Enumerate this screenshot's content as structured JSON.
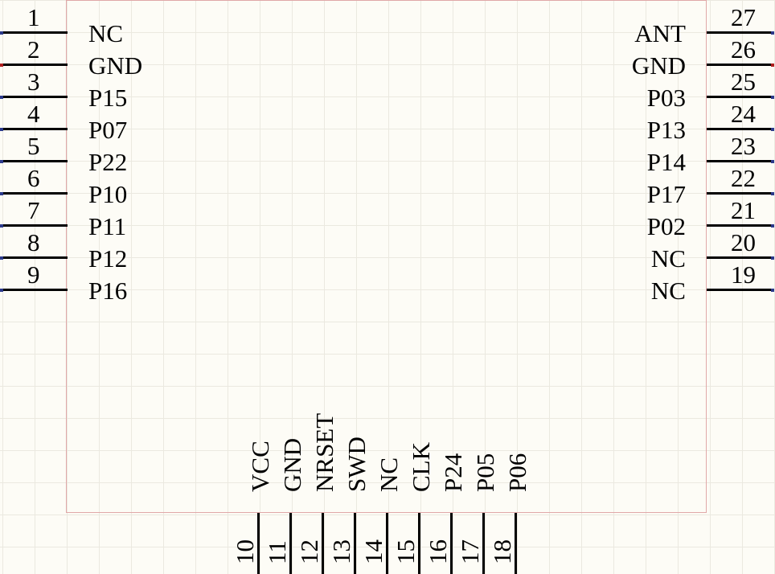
{
  "component": {
    "left_pins": [
      {
        "number": "1",
        "name": "NC"
      },
      {
        "number": "2",
        "name": "GND"
      },
      {
        "number": "3",
        "name": "P15"
      },
      {
        "number": "4",
        "name": "P07"
      },
      {
        "number": "5",
        "name": "P22"
      },
      {
        "number": "6",
        "name": "P10"
      },
      {
        "number": "7",
        "name": "P11"
      },
      {
        "number": "8",
        "name": "P12"
      },
      {
        "number": "9",
        "name": "P16"
      }
    ],
    "right_pins": [
      {
        "number": "27",
        "name": "ANT"
      },
      {
        "number": "26",
        "name": "GND"
      },
      {
        "number": "25",
        "name": "P03"
      },
      {
        "number": "24",
        "name": "P13"
      },
      {
        "number": "23",
        "name": "P14"
      },
      {
        "number": "22",
        "name": "P17"
      },
      {
        "number": "21",
        "name": "P02"
      },
      {
        "number": "20",
        "name": "NC"
      },
      {
        "number": "19",
        "name": "NC"
      }
    ],
    "bottom_pins": [
      {
        "number": "10",
        "name": "VCC"
      },
      {
        "number": "11",
        "name": "GND"
      },
      {
        "number": "12",
        "name": "NRSET"
      },
      {
        "number": "13",
        "name": "SWD"
      },
      {
        "number": "14",
        "name": "NC"
      },
      {
        "number": "15",
        "name": "CLK"
      },
      {
        "number": "16",
        "name": "P24"
      },
      {
        "number": "17",
        "name": "P05"
      },
      {
        "number": "18",
        "name": "P06"
      }
    ]
  },
  "colors": {
    "pin_line": "#000000",
    "pin_end": "#2c3a8c",
    "gnd_pin_end": "#b02020",
    "body_outline": "#e0a8a8",
    "grid": "#ebe9e0",
    "background": "#fdfcf6"
  }
}
